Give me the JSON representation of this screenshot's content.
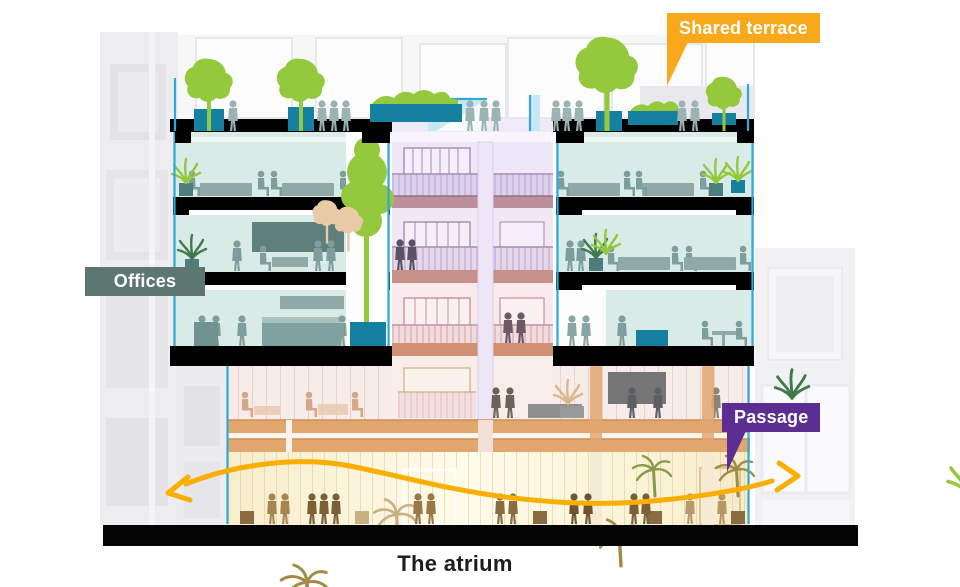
{
  "caption": "The atrium",
  "callouts": {
    "shared_terrace": {
      "label": "Shared terrace",
      "bg": "#F7A81B"
    },
    "offices": {
      "label": "Offices",
      "bg": "#5E7672"
    },
    "passage": {
      "label": "Passage",
      "bg": "#5C2E91"
    }
  },
  "flow_arrow": {
    "description": "pedestrian passage flow through the atrium",
    "color": "#F9AE00"
  },
  "palette": {
    "slab_black": "#000000",
    "glass_edge_cyan": "#2FA9DC",
    "vegetation_green": "#94C83D",
    "planter_teal": "#15809F",
    "office_glass": "#D9EBE7",
    "office_furniture": "#7FA0A0",
    "atrium_level_purple": "#EDE7F8",
    "atrium_level_pink": "#F7E9EC",
    "mezzanine_band_orange": "#E2A76F",
    "ground_floor_cream": "#FCF5DC",
    "ground_people_brown": "#8A6B42"
  }
}
